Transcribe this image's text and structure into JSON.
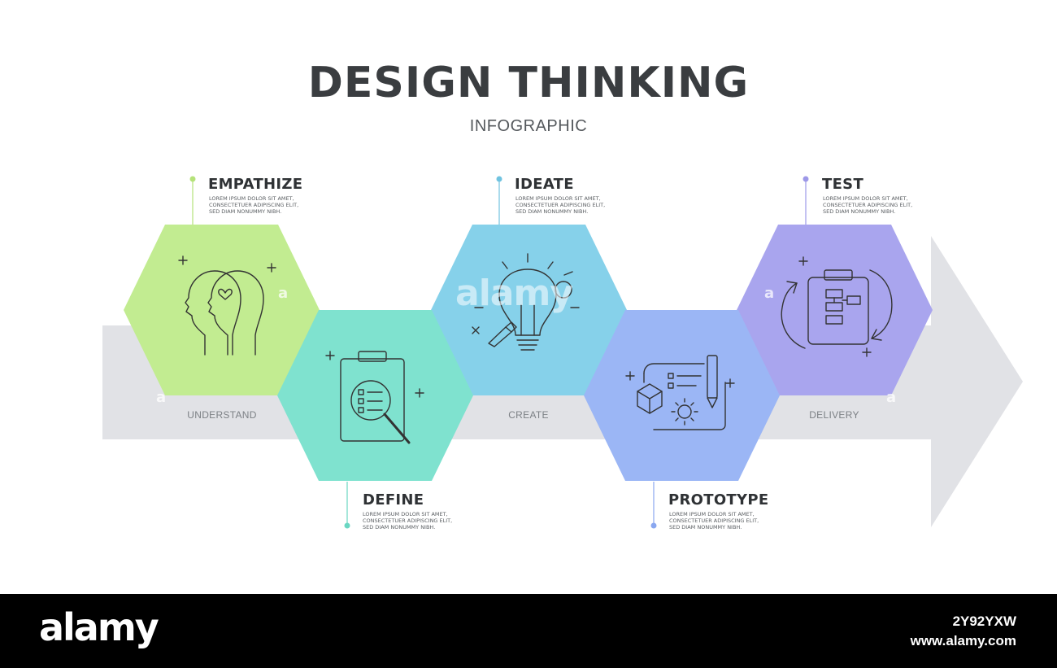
{
  "header": {
    "title": "DESIGN THINKING",
    "subtitle": "INFOGRAPHIC"
  },
  "desc_text": "LOREM IPSUM DOLOR SIT AMET,\nCONSECTETUER ADIPISCING ELIT,\nSED DIAM NONUMMY NIBH.",
  "steps": [
    {
      "label": "EMPATHIZE",
      "color": "#c2ec91",
      "dot": "#b5e27a",
      "icon": "two-heads-heart-icon"
    },
    {
      "label": "DEFINE",
      "color": "#7fe2cf",
      "dot": "#6ad7c2",
      "icon": "clipboard-magnifier-icon"
    },
    {
      "label": "IDEATE",
      "color": "#86d1ea",
      "dot": "#70c3e0",
      "icon": "lightbulb-pencil-icon"
    },
    {
      "label": "PROTOTYPE",
      "color": "#9bb6f5",
      "dot": "#8aa7f0",
      "icon": "blueprint-cube-gear-icon"
    },
    {
      "label": "TEST",
      "color": "#a9a5ee",
      "dot": "#9d98e8",
      "icon": "clipboard-cycle-icon"
    }
  ],
  "phases": [
    "UNDERSTAND",
    "CREATE",
    "DELIVERY"
  ],
  "arrow_color": "#e1e2e6",
  "watermark": {
    "center": "alamy",
    "small": "a"
  },
  "footer": {
    "logo": "alamy",
    "image_id": "2Y92YXW",
    "url": "www.alamy.com"
  }
}
